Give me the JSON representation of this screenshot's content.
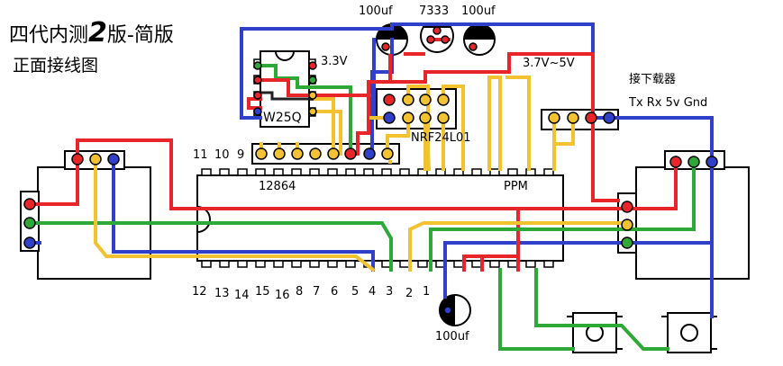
{
  "title": {
    "line1_prefix": "四代内测",
    "line1_big": "2",
    "line1_suffix": "版-简版",
    "line2": "正面接线图"
  },
  "labels": {
    "cap_top_left": "100uf",
    "regulator": "7333",
    "cap_top_right": "100uf",
    "v33": "3.3V",
    "vrange": "3.7V~5V",
    "downloader": "接下载器",
    "downloader_pins": "Tx Rx 5v Gnd",
    "flash": "W25Q",
    "nrf": "NRF24L01",
    "lcd": "12864",
    "ppm": "PPM",
    "cap_bottom": "100uf"
  },
  "mcu_top_pins": [
    "11",
    "10",
    "9"
  ],
  "mcu_bottom_pins": [
    "12",
    "13",
    "14",
    "15",
    "16",
    "8",
    "7",
    "6",
    "5",
    "4",
    "3",
    "2",
    "1"
  ],
  "wire_colors": {
    "red": "#e8262a",
    "green": "#2ea836",
    "blue": "#3040c8",
    "yellow": "#f2c230",
    "black": "#000000"
  }
}
